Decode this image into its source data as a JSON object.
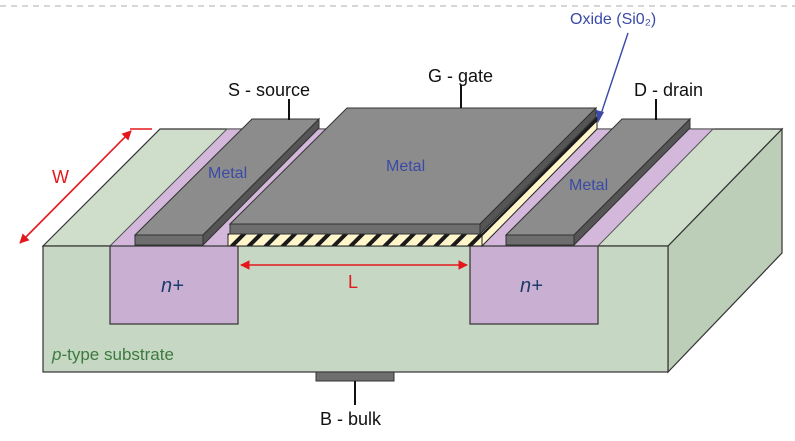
{
  "labels": {
    "source": "S - source",
    "gate": "G - gate",
    "drain": "D - drain",
    "bulk": "B - bulk",
    "oxide": "Oxide (Si0₂)",
    "metal_source": "Metal",
    "metal_gate": "Metal",
    "metal_drain": "Metal",
    "n_plus_left": "n+",
    "n_plus_right": "n+",
    "width": "W",
    "length": "L",
    "substrate_prefix": "p",
    "substrate_suffix": "-type substrate"
  },
  "colors": {
    "substrate_front": "#c6d7c4",
    "substrate_top": "#cfdecb",
    "substrate_side": "#bccdb8",
    "n_plus": "#c9b0d3",
    "n_plus_top": "#d3b8dc",
    "metal": "#8c8c8c",
    "metal_dark": "#555555",
    "oxide": "#fff6cc",
    "dimension": "#e4181c",
    "metal_text": "#3a4aa6",
    "substrate_text": "#3d7a3d",
    "oxide_text": "#3a4aa6"
  }
}
